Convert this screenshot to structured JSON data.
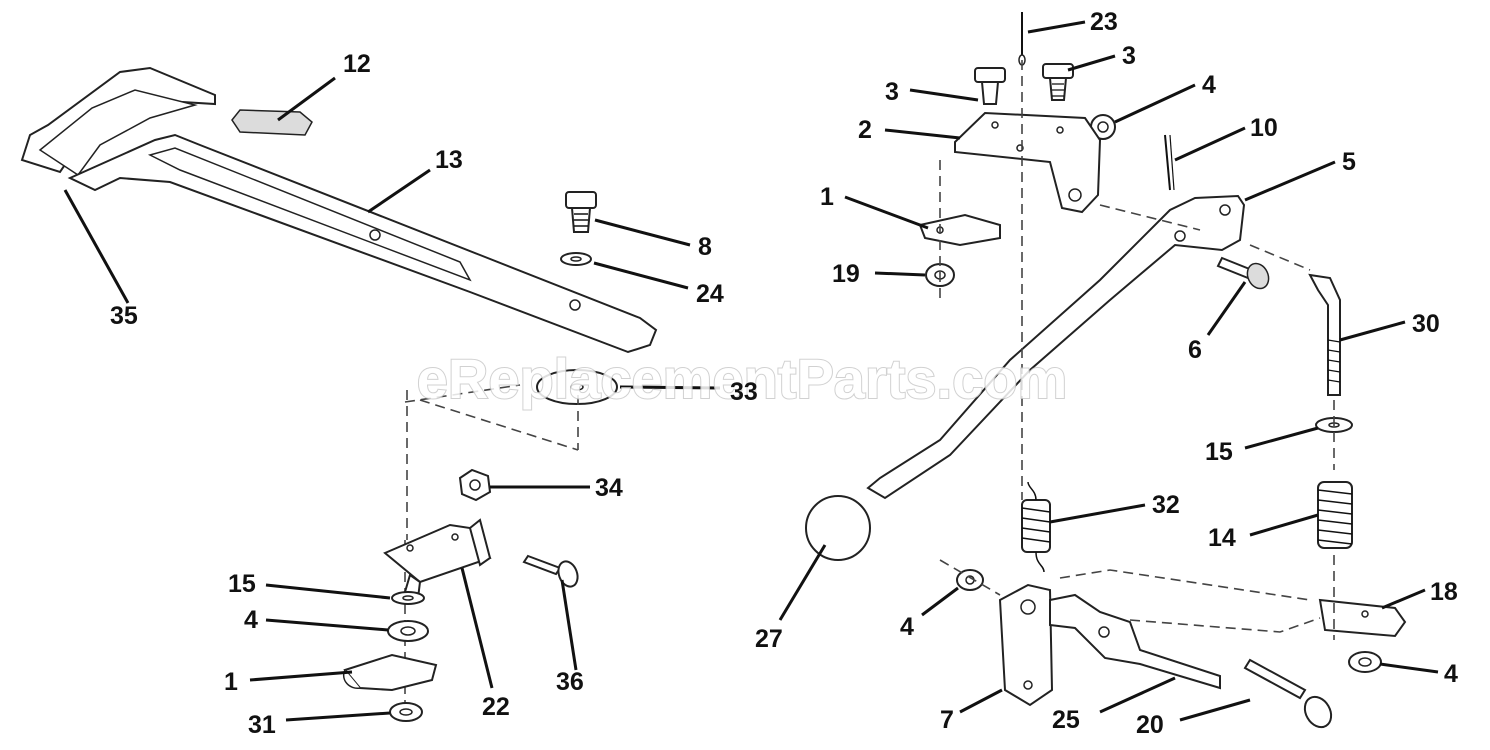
{
  "watermark": "eReplacementParts.com",
  "callouts": [
    {
      "id": "c12",
      "text": "12"
    },
    {
      "id": "c13",
      "text": "13"
    },
    {
      "id": "c35",
      "text": "35"
    },
    {
      "id": "c8",
      "text": "8"
    },
    {
      "id": "c24",
      "text": "24"
    },
    {
      "id": "c33",
      "text": "33"
    },
    {
      "id": "c34",
      "text": "34"
    },
    {
      "id": "c15a",
      "text": "15"
    },
    {
      "id": "c4a",
      "text": "4"
    },
    {
      "id": "c1a",
      "text": "1"
    },
    {
      "id": "c31",
      "text": "31"
    },
    {
      "id": "c22",
      "text": "22"
    },
    {
      "id": "c36",
      "text": "36"
    },
    {
      "id": "c23",
      "text": "23"
    },
    {
      "id": "c3a",
      "text": "3"
    },
    {
      "id": "c3b",
      "text": "3"
    },
    {
      "id": "c4b",
      "text": "4"
    },
    {
      "id": "c2",
      "text": "2"
    },
    {
      "id": "c10",
      "text": "10"
    },
    {
      "id": "c5",
      "text": "5"
    },
    {
      "id": "c1b",
      "text": "1"
    },
    {
      "id": "c19",
      "text": "19"
    },
    {
      "id": "c6",
      "text": "6"
    },
    {
      "id": "c30",
      "text": "30"
    },
    {
      "id": "c15b",
      "text": "15"
    },
    {
      "id": "c32",
      "text": "32"
    },
    {
      "id": "c14",
      "text": "14"
    },
    {
      "id": "c27",
      "text": "27"
    },
    {
      "id": "c18",
      "text": "18"
    },
    {
      "id": "c4c",
      "text": "4"
    },
    {
      "id": "c4d",
      "text": "4"
    },
    {
      "id": "c7",
      "text": "7"
    },
    {
      "id": "c25",
      "text": "25"
    },
    {
      "id": "c20",
      "text": "20"
    }
  ]
}
